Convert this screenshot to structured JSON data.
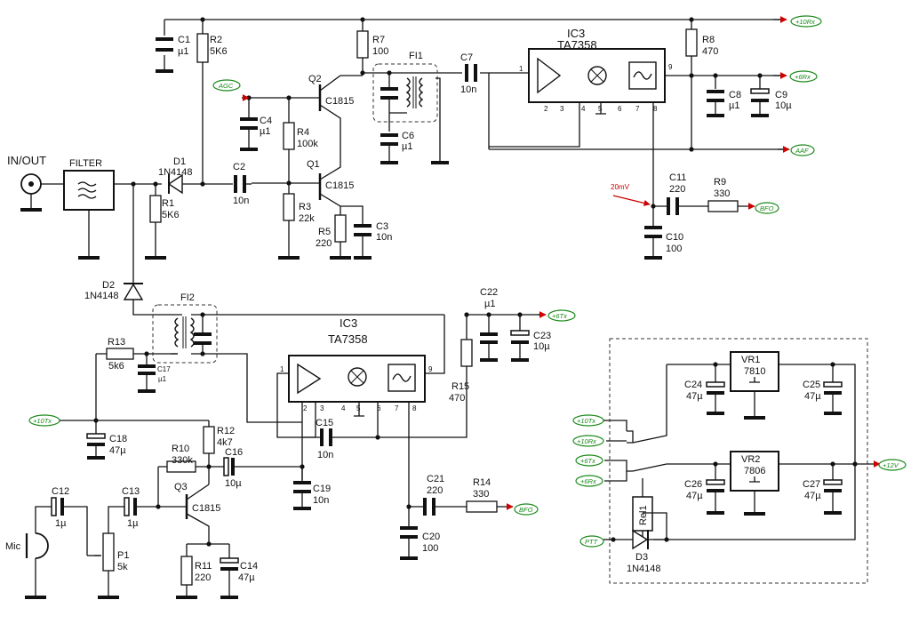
{
  "io": {
    "label": "IN/OUT",
    "filter": "FILTER"
  },
  "parts": {
    "C1": {
      "ref": "C1",
      "val": "µ1"
    },
    "R2": {
      "ref": "R2",
      "val": "5K6"
    },
    "R7": {
      "ref": "R7",
      "val": "100"
    },
    "FI1": {
      "ref": "FI1"
    },
    "C7": {
      "ref": "C7",
      "val": "10n"
    },
    "IC3a": {
      "ref": "IC3",
      "val": "TA7358"
    },
    "R8": {
      "ref": "R8",
      "val": "470"
    },
    "C8": {
      "ref": "C8",
      "val": "µ1"
    },
    "C9": {
      "ref": "C9",
      "val": "10µ"
    },
    "Q2": {
      "ref": "Q2",
      "val": "C1815"
    },
    "C4": {
      "ref": "C4",
      "val": "µ1"
    },
    "R4": {
      "ref": "R4",
      "val": "100k"
    },
    "C6": {
      "ref": "C6",
      "val": "µ1"
    },
    "D1": {
      "ref": "D1",
      "val": "1N4148"
    },
    "C2": {
      "ref": "C2",
      "val": "10n"
    },
    "Q1": {
      "ref": "Q1",
      "val": "C1815"
    },
    "R1": {
      "ref": "R1",
      "val": "5K6"
    },
    "R3": {
      "ref": "R3",
      "val": "22k"
    },
    "R5": {
      "ref": "R5",
      "val": "220"
    },
    "C3": {
      "ref": "C3",
      "val": "10n"
    },
    "C11": {
      "ref": "C11",
      "val": "220"
    },
    "R9": {
      "ref": "R9",
      "val": "330"
    },
    "C10": {
      "ref": "C10",
      "val": "100"
    },
    "D2": {
      "ref": "D2",
      "val": "1N4148"
    },
    "FI2": {
      "ref": "FI2"
    },
    "C22": {
      "ref": "C22",
      "val": "µ1"
    },
    "C23": {
      "ref": "C23",
      "val": "10µ"
    },
    "IC3b": {
      "ref": "IC3",
      "val": "TA7358"
    },
    "R13": {
      "ref": "R13",
      "val": "5k6"
    },
    "C17": {
      "ref": "C17",
      "val": "µ1"
    },
    "R15": {
      "ref": "R15",
      "val": "470"
    },
    "C18": {
      "ref": "C18",
      "val": "47µ"
    },
    "R12": {
      "ref": "R12",
      "val": "4k7"
    },
    "C15": {
      "ref": "C15",
      "val": "10n"
    },
    "R10": {
      "ref": "R10",
      "val": "330k"
    },
    "C16": {
      "ref": "C16",
      "val": "10µ"
    },
    "C19": {
      "ref": "C19",
      "val": "10n"
    },
    "C12": {
      "ref": "C12",
      "val": "1µ"
    },
    "C13": {
      "ref": "C13",
      "val": "1µ"
    },
    "Q3": {
      "ref": "Q3",
      "val": "C1815"
    },
    "P1": {
      "ref": "P1",
      "val": "5k"
    },
    "R11": {
      "ref": "R11",
      "val": "220"
    },
    "C14": {
      "ref": "C14",
      "val": "47µ"
    },
    "C21": {
      "ref": "C21",
      "val": "220"
    },
    "R14": {
      "ref": "R14",
      "val": "330"
    },
    "C20": {
      "ref": "C20",
      "val": "100"
    },
    "VR1": {
      "ref": "VR1",
      "val": "7810"
    },
    "VR2": {
      "ref": "VR2",
      "val": "7806"
    },
    "C24": {
      "ref": "C24",
      "val": "47µ"
    },
    "C25": {
      "ref": "C25",
      "val": "47µ"
    },
    "C26": {
      "ref": "C26",
      "val": "47µ"
    },
    "C27": {
      "ref": "C27",
      "val": "47µ"
    },
    "Rel1": {
      "ref": "Rel1"
    },
    "D3": {
      "ref": "D3",
      "val": "1N4148"
    }
  },
  "mic": "Mic",
  "bfo_level": "20mV",
  "ic_pins": [
    "1",
    "2",
    "3",
    "4",
    "5",
    "6",
    "7",
    "8",
    "9"
  ],
  "nets": {
    "plus10rx": "+10Rx",
    "plus6rx": "+6Rx",
    "agc": "AGC",
    "aaf": "AAF",
    "bfo": "BFO",
    "plus6tx": "+6Tx",
    "plus10tx": "+10Tx",
    "plus12v": "+12V",
    "ptt": "PTT"
  },
  "colors": {
    "net_label": "#1a8a1a",
    "bfo_arrow": "#cc0000"
  }
}
